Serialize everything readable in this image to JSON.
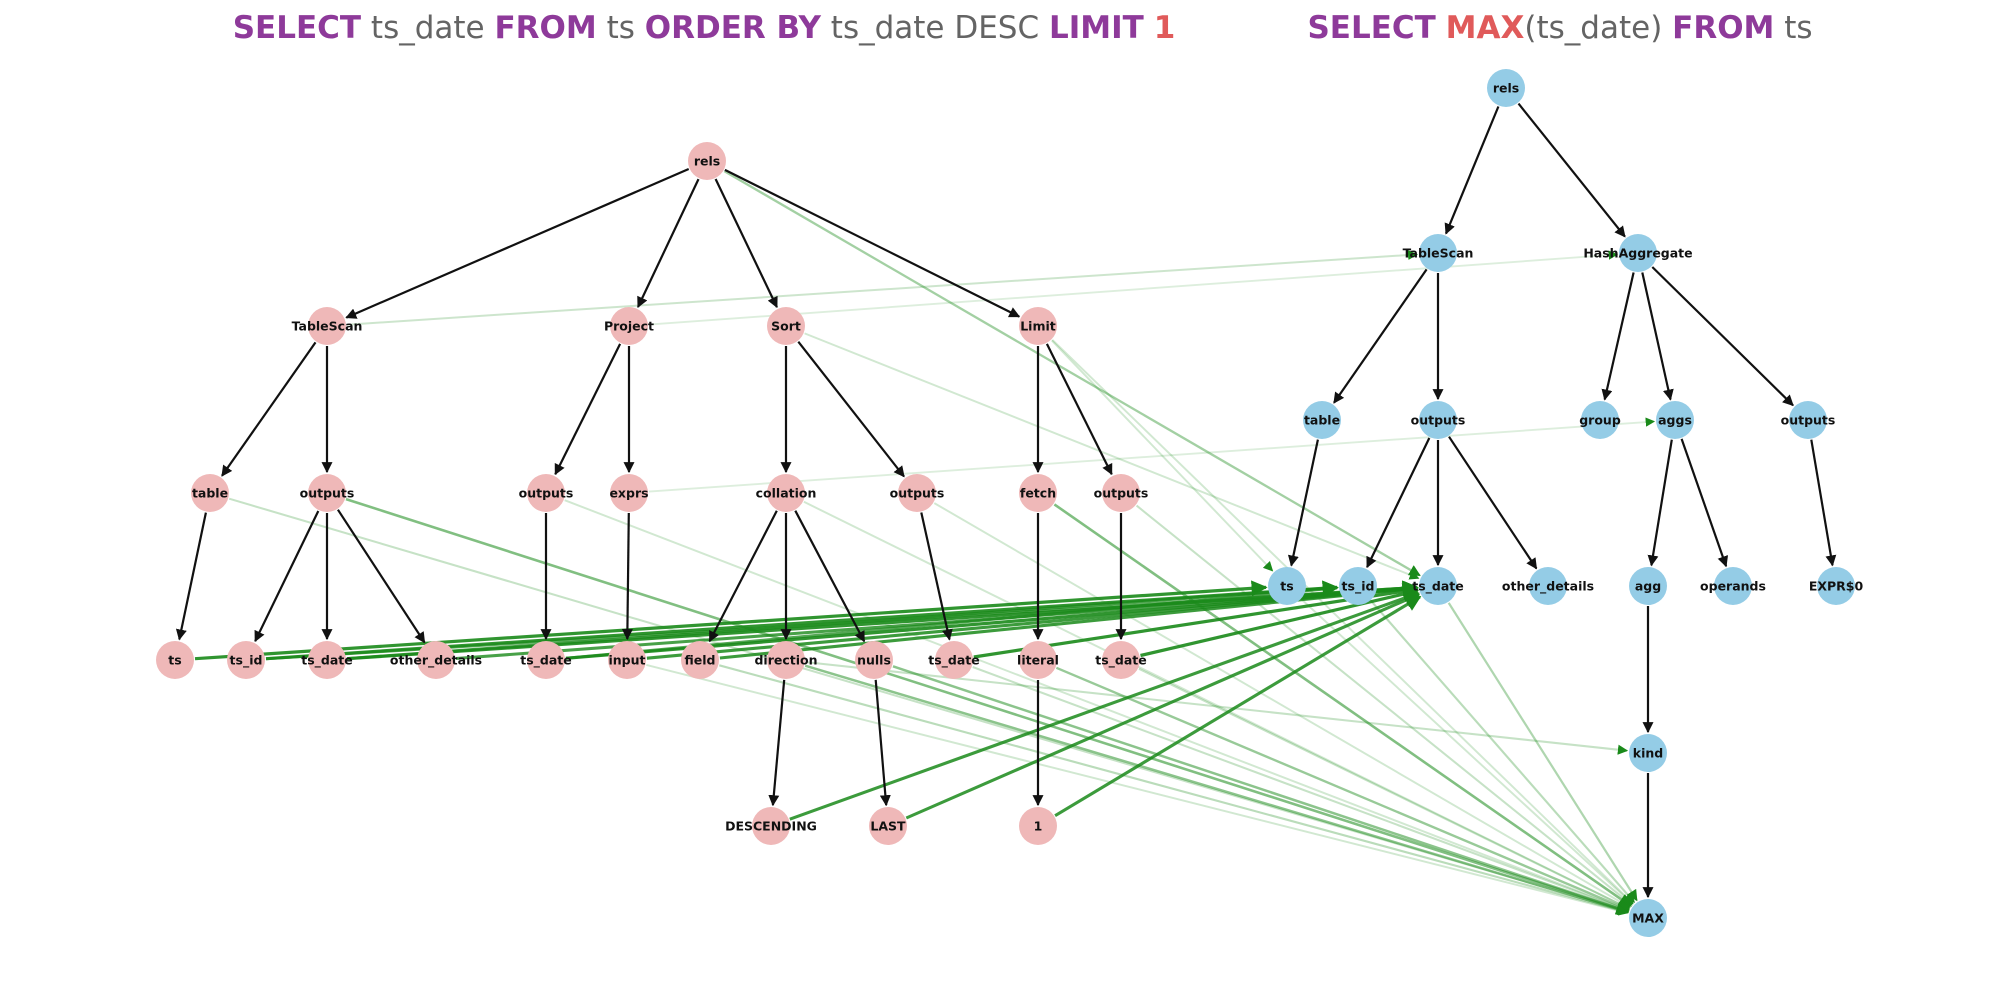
{
  "colors": {
    "left_node": "#efb8b8",
    "right_node": "#94cce6",
    "tree_edge": "#111111",
    "match_edge": "#1a8a1a",
    "keyword": "#8e3a9a",
    "highlight": "#e05a5a",
    "plain": "#646464"
  },
  "titles": {
    "left": [
      {
        "text": "SELECT",
        "style": "kw"
      },
      {
        "text": " ts_date ",
        "style": "plain"
      },
      {
        "text": "FROM",
        "style": "kw"
      },
      {
        "text": " ts ",
        "style": "plain"
      },
      {
        "text": "ORDER BY",
        "style": "kw"
      },
      {
        "text": " ts_date DESC ",
        "style": "plain"
      },
      {
        "text": "LIMIT",
        "style": "kw"
      },
      {
        "text": " ",
        "style": "plain"
      },
      {
        "text": "1",
        "style": "hl"
      }
    ],
    "right": [
      {
        "text": "SELECT",
        "style": "kw"
      },
      {
        "text": " ",
        "style": "plain"
      },
      {
        "text": "MAX",
        "style": "hl"
      },
      {
        "text": "(ts_date) ",
        "style": "plain"
      },
      {
        "text": "FROM",
        "style": "kw"
      },
      {
        "text": " ts",
        "style": "plain"
      }
    ]
  },
  "nodes": {
    "L_rels": {
      "label": "rels",
      "side": "left"
    },
    "L_tablescan": {
      "label": "TableScan",
      "side": "left"
    },
    "L_project": {
      "label": "Project",
      "side": "left"
    },
    "L_sort": {
      "label": "Sort",
      "side": "left"
    },
    "L_limit": {
      "label": "Limit",
      "side": "left"
    },
    "L_table": {
      "label": "table",
      "side": "left"
    },
    "L_ts_outputs": {
      "label": "outputs",
      "side": "left"
    },
    "L_proj_outputs": {
      "label": "outputs",
      "side": "left"
    },
    "L_exprs": {
      "label": "exprs",
      "side": "left"
    },
    "L_collation": {
      "label": "collation",
      "side": "left"
    },
    "L_sort_outputs": {
      "label": "outputs",
      "side": "left"
    },
    "L_fetch": {
      "label": "fetch",
      "side": "left"
    },
    "L_limit_outputs": {
      "label": "outputs",
      "side": "left"
    },
    "L_ts": {
      "label": "ts",
      "side": "left"
    },
    "L_ts_id": {
      "label": "ts_id",
      "side": "left"
    },
    "L_ts_date1": {
      "label": "ts_date",
      "side": "left"
    },
    "L_other_details": {
      "label": "other_details",
      "side": "left"
    },
    "L_ts_date2": {
      "label": "ts_date",
      "side": "left"
    },
    "L_input": {
      "label": "input",
      "side": "left"
    },
    "L_field": {
      "label": "field",
      "side": "left"
    },
    "L_direction": {
      "label": "direction",
      "side": "left"
    },
    "L_nulls": {
      "label": "nulls",
      "side": "left"
    },
    "L_ts_date3": {
      "label": "ts_date",
      "side": "left"
    },
    "L_literal": {
      "label": "literal",
      "side": "left"
    },
    "L_ts_date4": {
      "label": "ts_date",
      "side": "left"
    },
    "L_descending": {
      "label": "DESCENDING",
      "side": "left"
    },
    "L_last": {
      "label": "LAST",
      "side": "left"
    },
    "L_one": {
      "label": "1",
      "side": "left"
    },
    "R_rels": {
      "label": "rels",
      "side": "right"
    },
    "R_tablescan": {
      "label": "TableScan",
      "side": "right"
    },
    "R_hashagg": {
      "label": "HashAggregate",
      "side": "right"
    },
    "R_table": {
      "label": "table",
      "side": "right"
    },
    "R_ts_outputs": {
      "label": "outputs",
      "side": "right"
    },
    "R_group": {
      "label": "group",
      "side": "right"
    },
    "R_aggs": {
      "label": "aggs",
      "side": "right"
    },
    "R_agg_outputs": {
      "label": "outputs",
      "side": "right"
    },
    "R_ts": {
      "label": "ts",
      "side": "right"
    },
    "R_ts_id": {
      "label": "ts_id",
      "side": "right"
    },
    "R_ts_date": {
      "label": "ts_date",
      "side": "right"
    },
    "R_other_details": {
      "label": "other_details",
      "side": "right"
    },
    "R_agg": {
      "label": "agg",
      "side": "right"
    },
    "R_operands": {
      "label": "operands",
      "side": "right"
    },
    "R_expr0": {
      "label": "EXPR$0",
      "side": "right"
    },
    "R_kind": {
      "label": "kind",
      "side": "right"
    },
    "R_max": {
      "label": "MAX",
      "side": "right"
    }
  },
  "tree_edges": [
    [
      "L_rels",
      "L_tablescan"
    ],
    [
      "L_rels",
      "L_project"
    ],
    [
      "L_rels",
      "L_sort"
    ],
    [
      "L_rels",
      "L_limit"
    ],
    [
      "L_tablescan",
      "L_table"
    ],
    [
      "L_tablescan",
      "L_ts_outputs"
    ],
    [
      "L_table",
      "L_ts"
    ],
    [
      "L_ts_outputs",
      "L_ts_id"
    ],
    [
      "L_ts_outputs",
      "L_ts_date1"
    ],
    [
      "L_ts_outputs",
      "L_other_details"
    ],
    [
      "L_project",
      "L_proj_outputs"
    ],
    [
      "L_project",
      "L_exprs"
    ],
    [
      "L_proj_outputs",
      "L_ts_date2"
    ],
    [
      "L_exprs",
      "L_input"
    ],
    [
      "L_sort",
      "L_collation"
    ],
    [
      "L_sort",
      "L_sort_outputs"
    ],
    [
      "L_collation",
      "L_field"
    ],
    [
      "L_collation",
      "L_direction"
    ],
    [
      "L_collation",
      "L_nulls"
    ],
    [
      "L_sort_outputs",
      "L_ts_date3"
    ],
    [
      "L_direction",
      "L_descending"
    ],
    [
      "L_nulls",
      "L_last"
    ],
    [
      "L_limit",
      "L_fetch"
    ],
    [
      "L_limit",
      "L_limit_outputs"
    ],
    [
      "L_fetch",
      "L_literal"
    ],
    [
      "L_limit_outputs",
      "L_ts_date4"
    ],
    [
      "L_literal",
      "L_one"
    ],
    [
      "R_rels",
      "R_tablescan"
    ],
    [
      "R_rels",
      "R_hashagg"
    ],
    [
      "R_tablescan",
      "R_table"
    ],
    [
      "R_tablescan",
      "R_ts_outputs"
    ],
    [
      "R_table",
      "R_ts"
    ],
    [
      "R_ts_outputs",
      "R_ts_id"
    ],
    [
      "R_ts_outputs",
      "R_ts_date"
    ],
    [
      "R_ts_outputs",
      "R_other_details"
    ],
    [
      "R_hashagg",
      "R_group"
    ],
    [
      "R_hashagg",
      "R_aggs"
    ],
    [
      "R_hashagg",
      "R_agg_outputs"
    ],
    [
      "R_aggs",
      "R_agg"
    ],
    [
      "R_aggs",
      "R_operands"
    ],
    [
      "R_agg_outputs",
      "R_expr0"
    ],
    [
      "R_agg",
      "R_kind"
    ],
    [
      "R_kind",
      "R_max"
    ]
  ],
  "match_edges": [
    [
      "L_ts",
      "R_ts",
      0.9
    ],
    [
      "L_ts_id",
      "R_ts_id",
      0.9
    ],
    [
      "L_ts_date1",
      "R_ts_date",
      0.9
    ],
    [
      "L_other_details",
      "R_ts_date",
      0.8
    ],
    [
      "L_ts_date2",
      "R_ts_date",
      0.9
    ],
    [
      "L_input",
      "R_ts_date",
      0.85
    ],
    [
      "L_field",
      "R_ts_date",
      0.85
    ],
    [
      "L_ts_date3",
      "R_ts_date",
      0.9
    ],
    [
      "L_ts_date4",
      "R_ts_date",
      0.9
    ],
    [
      "L_descending",
      "R_ts_date",
      0.85
    ],
    [
      "L_last",
      "R_ts_date",
      0.85
    ],
    [
      "L_one",
      "R_ts_date",
      0.85
    ],
    [
      "L_ts_date1",
      "R_ts_id",
      0.8
    ],
    [
      "L_ts_date2",
      "R_ts_id",
      0.75
    ],
    [
      "L_ts_id",
      "R_ts_date",
      0.7
    ],
    [
      "L_rels",
      "R_ts_date",
      0.4
    ],
    [
      "L_tablescan",
      "R_tablescan",
      0.22
    ],
    [
      "L_project",
      "R_hashagg",
      0.15
    ],
    [
      "L_exprs",
      "R_aggs",
      0.15
    ],
    [
      "L_sort",
      "R_ts_date",
      0.2
    ],
    [
      "L_limit",
      "R_ts",
      0.2
    ],
    [
      "L_ts_outputs",
      "R_max",
      0.55
    ],
    [
      "L_table",
      "R_max",
      0.25
    ],
    [
      "L_proj_outputs",
      "R_max",
      0.2
    ],
    [
      "L_collation",
      "R_max",
      0.2
    ],
    [
      "L_sort_outputs",
      "R_max",
      0.2
    ],
    [
      "L_fetch",
      "R_max",
      0.55
    ],
    [
      "L_limit_outputs",
      "R_max",
      0.25
    ],
    [
      "L_limit",
      "R_max",
      0.2
    ],
    [
      "L_direction",
      "R_max",
      0.5
    ],
    [
      "L_nulls",
      "R_max",
      0.5
    ],
    [
      "L_literal",
      "R_max",
      0.45
    ],
    [
      "L_ts_date3",
      "R_max",
      0.25
    ],
    [
      "L_ts_date4",
      "R_max",
      0.25
    ],
    [
      "L_field",
      "R_max",
      0.3
    ],
    [
      "L_input",
      "R_max",
      0.2
    ],
    [
      "L_direction",
      "R_kind",
      0.25
    ],
    [
      "R_ts_date",
      "R_max",
      0.35
    ],
    [
      "R_ts_id",
      "R_max",
      0.3
    ],
    [
      "R_ts",
      "R_max",
      0.2
    ]
  ]
}
